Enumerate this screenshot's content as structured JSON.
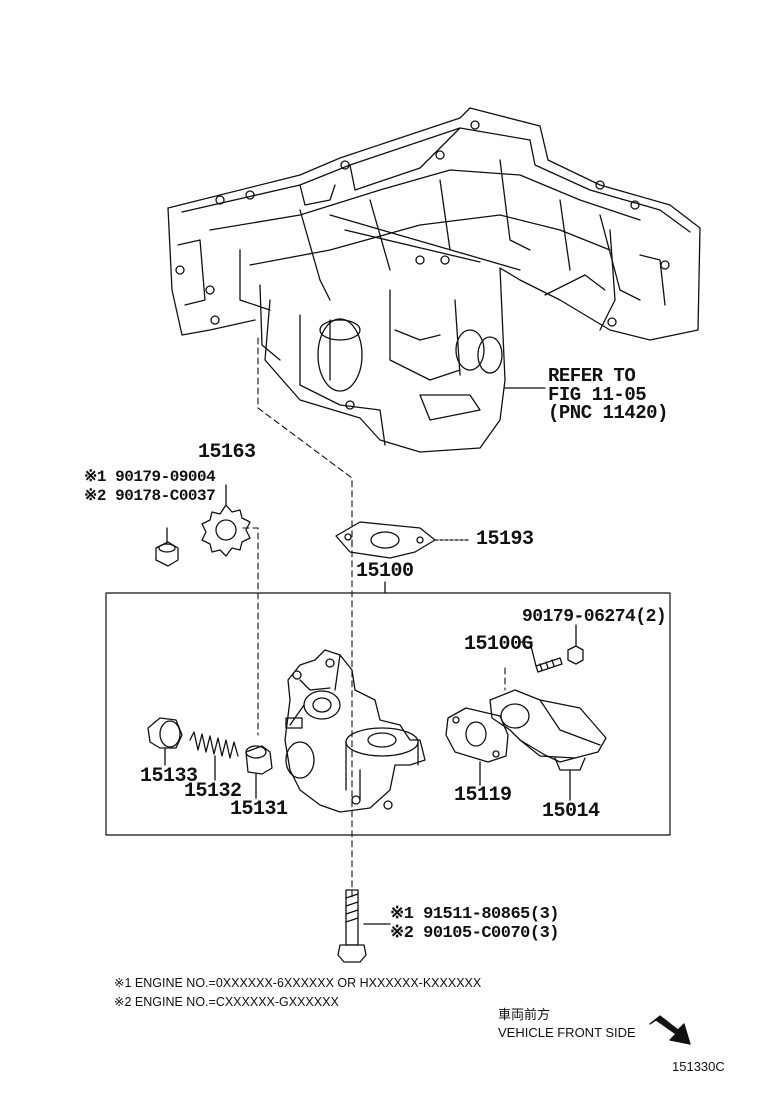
{
  "refer": {
    "line1": "REFER TO",
    "line2": "FIG 11-05",
    "line3": "(PNC 11420)"
  },
  "parts": {
    "p15163": "15163",
    "nut_alt1": "※1 90179-09004",
    "nut_alt2": "※2 90178-C0037",
    "p15193": "15193",
    "p15100": "15100",
    "p90179_06274": "90179-06274(2)",
    "p15100G": "15100G",
    "p15133": "15133",
    "p15132": "15132",
    "p15131": "15131",
    "p15119": "15119",
    "p15014": "15014",
    "bolt_alt1": "※1 91511-80865(3)",
    "bolt_alt2": "※2 90105-C0070(3)"
  },
  "notes": {
    "note1": "※1 ENGINE NO.=0XXXXXX-6XXXXXX OR HXXXXXX-KXXXXXX",
    "note2": "※2 ENGINE NO.=CXXXXXX-GXXXXXX"
  },
  "direction": {
    "japanese": "車両前方",
    "english": "VEHICLE FRONT SIDE"
  },
  "figure_code": "151330C"
}
